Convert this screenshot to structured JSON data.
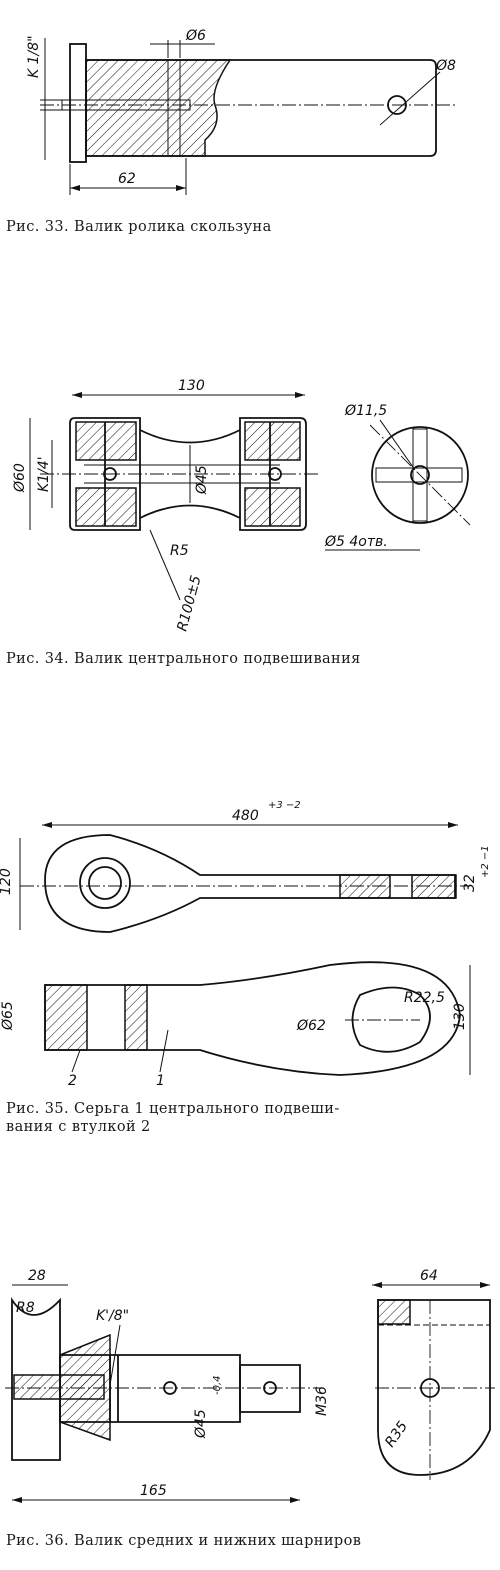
{
  "figures": [
    {
      "id": "fig33",
      "caption": "Рис. 33. Валик ролика скользуна",
      "dims": {
        "thread": "K 1/8\"",
        "hole1": "Ø6",
        "hole2": "Ø8",
        "len": "62"
      }
    },
    {
      "id": "fig34",
      "caption": "Рис. 34. Валик центрального подвешивания",
      "dims": {
        "len": "130",
        "dia": "Ø60",
        "thread": "K1/4'",
        "neck": "Ø45",
        "r5": "R5",
        "r100": "R100±5",
        "hole": "Ø11,5",
        "holes": "Ø5 4отв."
      }
    },
    {
      "id": "fig35",
      "caption_line1": "Рис. 35. Серьга 1 центрального подвеши-",
      "caption_line2": "вания с втулкой 2",
      "dims": {
        "len": "480",
        "len_tol": "+3 −2",
        "h": "120",
        "t": "32",
        "t_tol": "+2 −1",
        "w": "130",
        "bush": "Ø62",
        "r": "R22,5",
        "side": "Ø65",
        "p1": "1",
        "p2": "2"
      }
    },
    {
      "id": "fig36",
      "caption": "Рис. 36. Валик средних и нижних шарниров",
      "dims": {
        "w28": "28",
        "r8": "R8",
        "thread": "K'/8\"",
        "shaft": "Ø45",
        "shaft_tol": "-0,4",
        "m": "M36",
        "len": "165",
        "w64": "64",
        "r35": "R35"
      }
    }
  ]
}
